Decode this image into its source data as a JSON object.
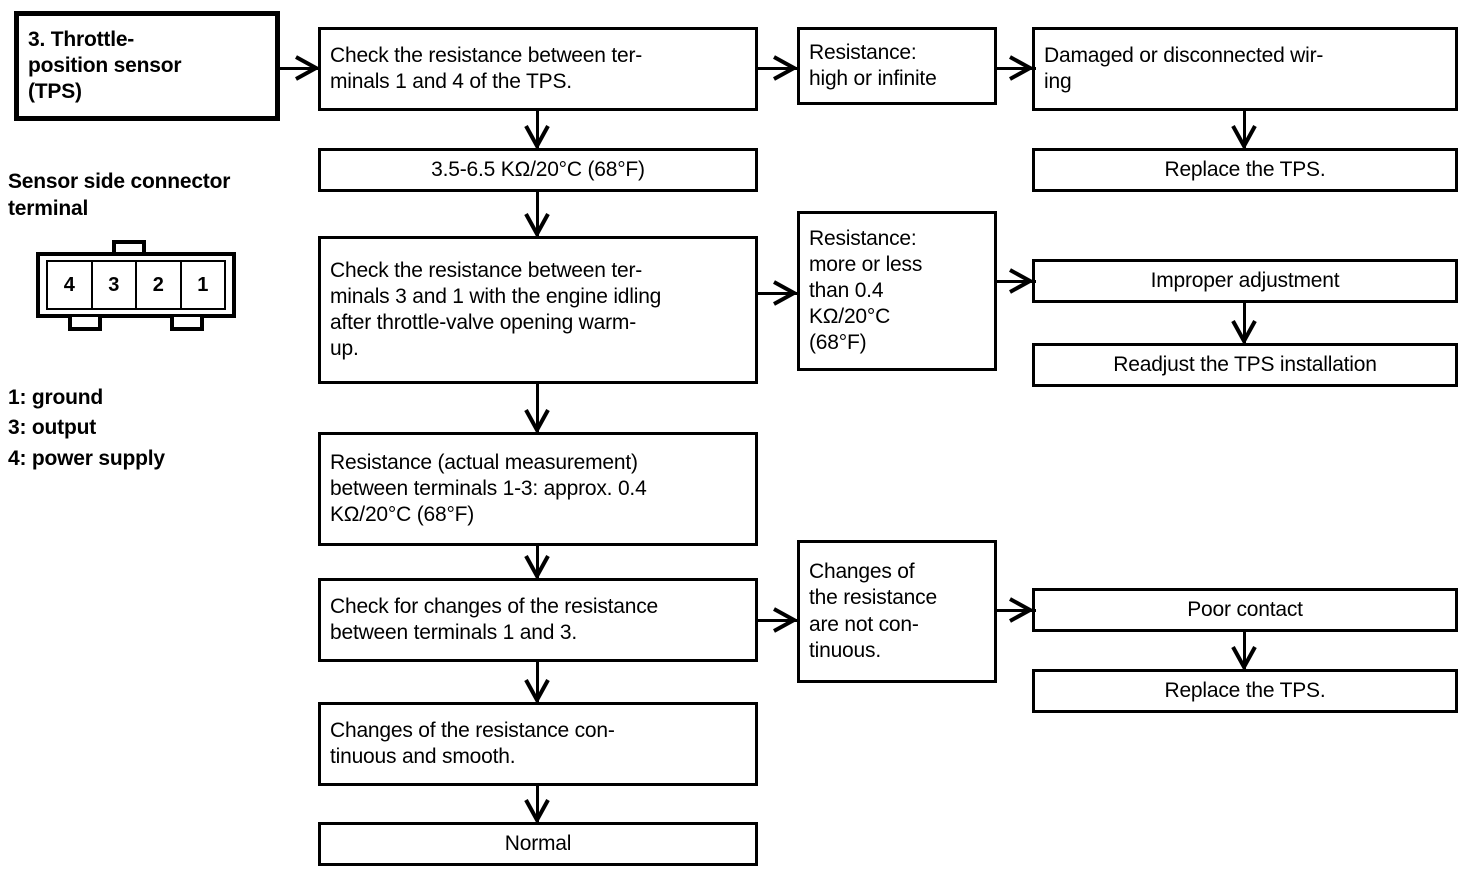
{
  "title_box": {
    "text": "3. Throttle-\nposition sensor\n(TPS)"
  },
  "left_panel": {
    "caption": "Sensor side connector\nterminal",
    "connector": {
      "name": "sensor-side-connector-terminal",
      "pins": [
        "4",
        "3",
        "2",
        "1"
      ]
    },
    "legend": [
      "1: ground",
      "3: output",
      "4: power supply"
    ]
  },
  "flow": {
    "main_column": [
      {
        "id": "check-1-4",
        "text": "Check the resistance between ter-\nminals 1 and 4 of the TPS."
      },
      {
        "id": "spec-3p5-6p5",
        "text": "3.5-6.5 KΩ/20°C (68°F)"
      },
      {
        "id": "check-3-1-idling",
        "text": "Check the resistance between ter-\nminals 3 and 1 with the engine idling\nafter throttle-valve opening warm-\nup."
      },
      {
        "id": "actual-measure",
        "text": "Resistance (actual measurement)\nbetween terminals 1-3: approx. 0.4\nKΩ/20°C (68°F)"
      },
      {
        "id": "check-changes",
        "text": "Check for changes of the resistance\nbetween terminals 1 and 3."
      },
      {
        "id": "changes-smooth",
        "text": "Changes of the resistance con-\ntinuous and smooth."
      },
      {
        "id": "normal",
        "text": "Normal"
      }
    ],
    "branch_column": [
      {
        "id": "resistance-high",
        "text": "Resistance:\nhigh or infinite"
      },
      {
        "id": "resistance-more-less",
        "text": "Resistance:\nmore  or  less\nthan 0.4\nKΩ/20°C\n(68°F)"
      },
      {
        "id": "changes-not-continuous",
        "text": "Changes of\nthe resistance\nare not con-\ntinuous."
      }
    ],
    "result_column": [
      {
        "id": "damaged-wiring",
        "text": "Damaged or disconnected wir-\ning"
      },
      {
        "id": "replace-tps-1",
        "text": "Replace the TPS."
      },
      {
        "id": "improper-adjust",
        "text": "Improper adjustment"
      },
      {
        "id": "readjust-tps",
        "text": "Readjust the TPS installation"
      },
      {
        "id": "poor-contact",
        "text": "Poor contact"
      },
      {
        "id": "replace-tps-2",
        "text": "Replace the TPS."
      }
    ]
  },
  "colors": {
    "stroke": "#000000",
    "background": "#ffffff"
  }
}
